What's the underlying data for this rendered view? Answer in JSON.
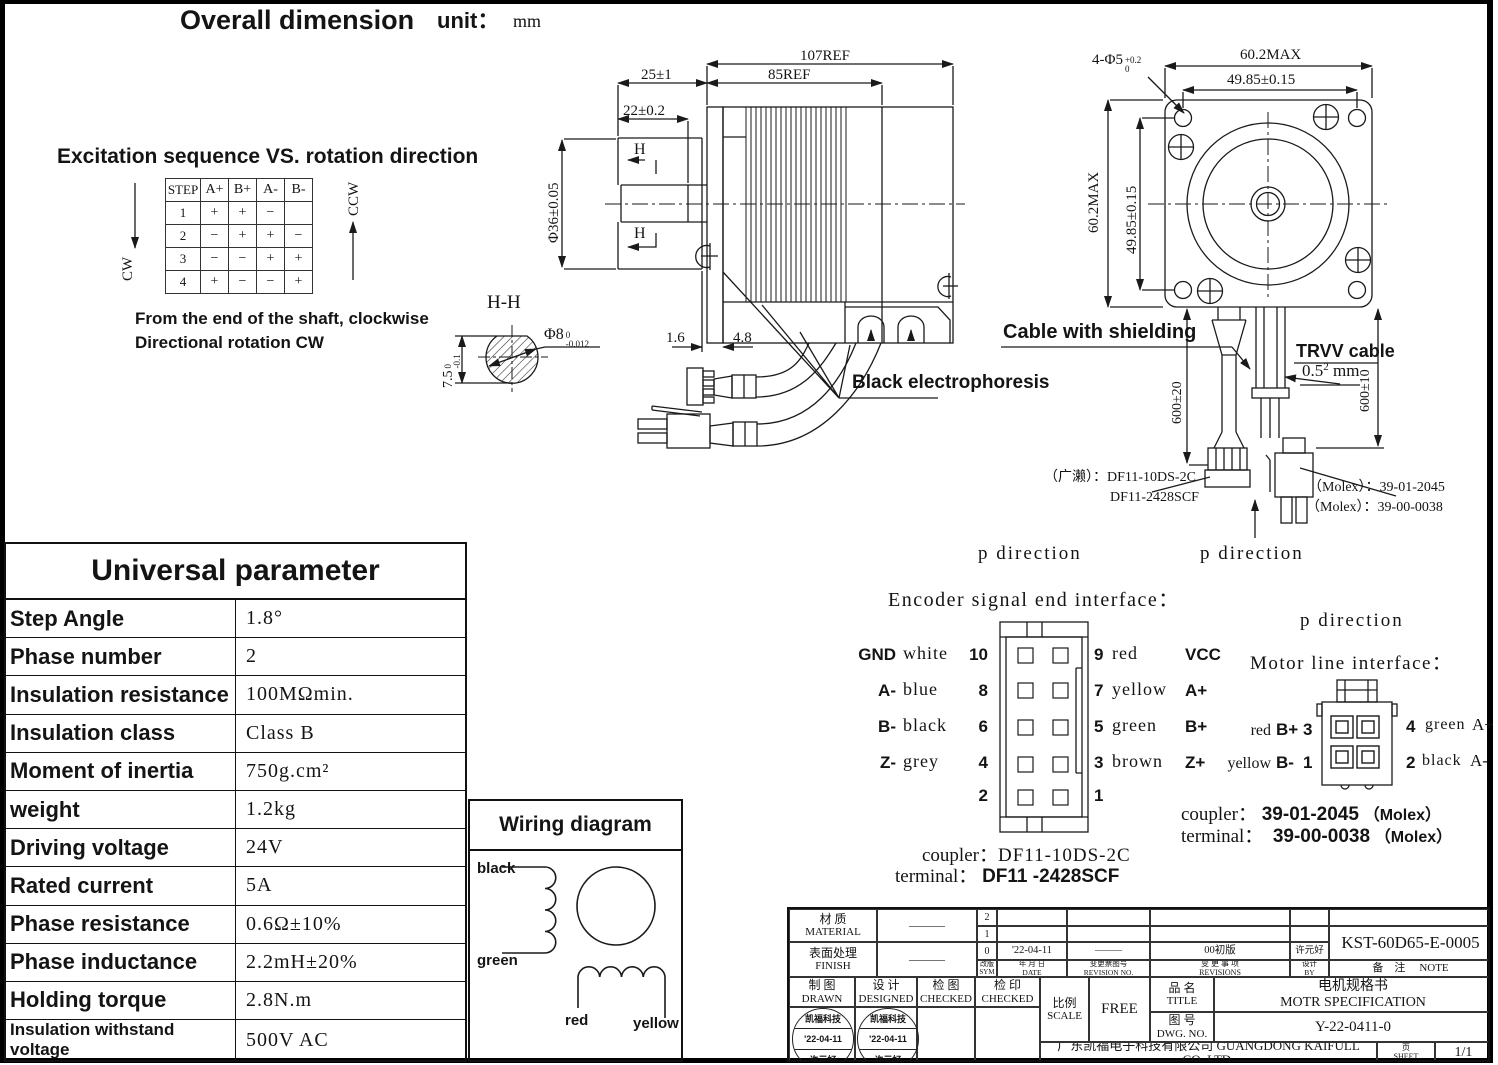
{
  "header": {
    "title": "Overall dimension",
    "unit_label": "unit：",
    "unit_value": "mm"
  },
  "excitation": {
    "heading": "Excitation sequence VS. rotation direction",
    "col_headers": [
      "STEP",
      "A+",
      "B+",
      "A-",
      "B-"
    ],
    "rows": [
      {
        "step": "1",
        "a_plus": "+",
        "b_plus": "+",
        "a_minus": "−",
        "b_minus": ""
      },
      {
        "step": "2",
        "a_plus": "−",
        "b_plus": "+",
        "a_minus": "+",
        "b_minus": "−"
      },
      {
        "step": "3",
        "a_plus": "−",
        "b_plus": "−",
        "a_minus": "+",
        "b_minus": "+"
      },
      {
        "step": "4",
        "a_plus": "+",
        "b_plus": "−",
        "a_minus": "−",
        "b_minus": "+"
      }
    ],
    "cw": "CW",
    "ccw": "CCW",
    "note1": "From the end of the shaft, clockwise",
    "note2": "Directional rotation CW"
  },
  "side_view": {
    "dim_107": "107REF",
    "dim_85": "85REF",
    "dim_25": "25±1",
    "dim_22": "22±0.2",
    "dim_phi36": "Φ36±0.05",
    "dim_16": "1.6",
    "dim_48": "4.8",
    "h_mark": "H",
    "black_electrophoresis": "Black electrophoresis"
  },
  "section_hh": {
    "title": "H-H",
    "dim_75": "7.5",
    "dim_75_tol_upper": "0",
    "dim_75_tol_lower": "-0.1",
    "dim_phi8": "Φ8",
    "phi8_tol_upper": "0",
    "phi8_tol_lower": "-0.012"
  },
  "front_view": {
    "dim_width": "60.2MAX",
    "dim_holes_h": "49.85±0.15",
    "dim_height": "60.2MAX",
    "dim_holes_v": "49.85±0.15",
    "dim_corner_holes": "4-Φ5",
    "corner_tol_upper": "+0.2",
    "corner_tol_lower": "0",
    "cable_shielding": "Cable with shielding",
    "trvv_cable": "TRVV cable",
    "trvv_size_base": "0.5",
    "trvv_size_sup": "2",
    "trvv_size_unit": "mm",
    "dim_cable_left": "600±20",
    "dim_cable_right": "600±10",
    "hirose_line1": "（广濑）：DF11-10DS-2C",
    "hirose_line2": "DF11-2428SCF",
    "molex_line1": "（Molex）：39-01-2045",
    "molex_line2": "（Molex）：39-00-0038",
    "p_direction": "p direction"
  },
  "encoder": {
    "title": "Encoder signal end interface：",
    "left_pins": [
      {
        "signal": "GND",
        "color": "white",
        "pin": "10"
      },
      {
        "signal": "A-",
        "color": "blue",
        "pin": "8"
      },
      {
        "signal": "B-",
        "color": "black",
        "pin": "6"
      },
      {
        "signal": "Z-",
        "color": "grey",
        "pin": "4"
      },
      {
        "signal": "",
        "color": "",
        "pin": "2"
      }
    ],
    "right_pins": [
      {
        "pin": "9",
        "color": "red",
        "signal": "VCC"
      },
      {
        "pin": "7",
        "color": "yellow",
        "signal": "A+"
      },
      {
        "pin": "5",
        "color": "green",
        "signal": "B+"
      },
      {
        "pin": "3",
        "color": "brown",
        "signal": "Z+"
      },
      {
        "pin": "1",
        "color": "",
        "signal": ""
      }
    ],
    "coupler_label": "coupler：",
    "coupler_value": "DF11-10DS-2C",
    "terminal_label": "terminal：",
    "terminal_value": "DF11 -2428SCF"
  },
  "motor_line": {
    "p_direction": "p direction",
    "title": "Motor line interface：",
    "left_pins": [
      {
        "color": "red",
        "signal": "B+",
        "pin": "3"
      },
      {
        "color": "yellow",
        "signal": "B-",
        "pin": "1"
      }
    ],
    "right_pins": [
      {
        "pin": "4",
        "color": "green",
        "signal": "A+"
      },
      {
        "pin": "2",
        "color": "black",
        "signal": "A-"
      }
    ],
    "coupler_label": "coupler：",
    "coupler_value": "39-01-2045",
    "coupler_brand": "（Molex）",
    "terminal_label": "terminal：",
    "terminal_value": "39-00-0038",
    "terminal_brand": "（Molex）"
  },
  "parameters": {
    "title": "Universal parameter",
    "rows": [
      {
        "label": "Step Angle",
        "value": "1.8°"
      },
      {
        "label": "Phase number",
        "value": "2"
      },
      {
        "label": "Insulation resistance",
        "value": "100MΩmin."
      },
      {
        "label": "Insulation class",
        "value": "Class B"
      },
      {
        "label": "Moment of inertia",
        "value": "750g.cm²"
      },
      {
        "label": "weight",
        "value": "1.2kg"
      },
      {
        "label": "Driving voltage",
        "value": "24V"
      },
      {
        "label": "Rated current",
        "value": "5A"
      },
      {
        "label": "Phase resistance",
        "value": "0.6Ω±10%"
      },
      {
        "label": "Phase inductance",
        "value": "2.2mH±20%"
      },
      {
        "label": "Holding torque",
        "value": "2.8N.m"
      },
      {
        "label": "Insulation withstand voltage",
        "value": "500V AC"
      }
    ]
  },
  "wiring": {
    "title": "Wiring diagram",
    "coil_b_top": "black",
    "coil_b_bottom": "green",
    "coil_a_left": "red",
    "coil_a_right": "yellow"
  },
  "title_block": {
    "material_cn": "材  质",
    "material_en": "MATERIAL",
    "material_value": "———",
    "finish_cn": "表面处理",
    "finish_en": "FINISH",
    "finish_value": "———",
    "rev_rows": [
      {
        "sym": "2",
        "date": "",
        "no": "",
        "item": "",
        "by": ""
      },
      {
        "sym": "1",
        "date": "",
        "no": "",
        "item": "",
        "by": ""
      },
      {
        "sym": "0",
        "date": "'22-04-11",
        "no": "———",
        "item": "00初版",
        "by": "许元好"
      }
    ],
    "sym_cn": "改版",
    "sym_en": "SYM",
    "date_cn": "年 月 日",
    "date_en": "DATE",
    "revno_cn": "变更票图号",
    "revno_en": "REVISION NO.",
    "revisions_cn": "变 更 事 项",
    "revisions_en": "REVISIONS",
    "by_cn": "设计",
    "by_en": "BY",
    "part_number": "KST-60D65-E-0005",
    "note_cn": "备　注",
    "note_en": "NOTE",
    "drawn_cn": "制  图",
    "drawn_en": "DRAWN",
    "designed_cn": "设  计",
    "designed_en": "DESIGNED",
    "checked1_cn": "检  图",
    "checked1_en": "CHECKED",
    "checked2_cn": "检  印",
    "checked2_en": "CHECKED",
    "scale_cn": "比例",
    "scale_en": "SCALE",
    "scale_value": "FREE",
    "title_cn": "品  名",
    "title_en": "TITLE",
    "product_cn": "电机规格书",
    "product_en": "MOTR SPECIFICATION",
    "dwg_cn": "图  号",
    "dwg_en": "DWG. NO.",
    "dwg_value": "Y-22-0411-0",
    "company": "广东凯福电子科技有限公司 GUANGDONG KAIFULL CO.,LTD.",
    "sheet_cn": "页",
    "sheet_en": "SHEET",
    "sheet_value": "1/1",
    "stamp": {
      "line1": "凯福科技",
      "line2": "'22-04-11",
      "line3": "许元好"
    }
  }
}
